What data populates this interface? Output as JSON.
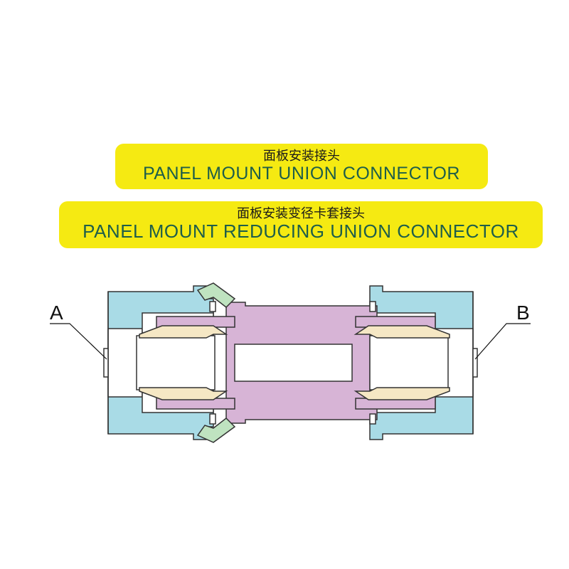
{
  "title_box_1": {
    "zh": "面板安装接头",
    "en": "PANEL MOUNT UNION CONNECTOR"
  },
  "title_box_2": {
    "zh": "面板安装变径卡套接头",
    "en": "PANEL MOUNT REDUCING UNION CONNECTOR"
  },
  "callouts": {
    "a": "A",
    "b": "B"
  },
  "colors": {
    "label_background": "#f5ea12",
    "label_text": "#1e5e4a",
    "nut": "#a9dbe6",
    "body": "#d7b4d6",
    "ferrule": "#f5e7c4",
    "panel_nut": "#bfe3c0",
    "outline": "#333333"
  }
}
